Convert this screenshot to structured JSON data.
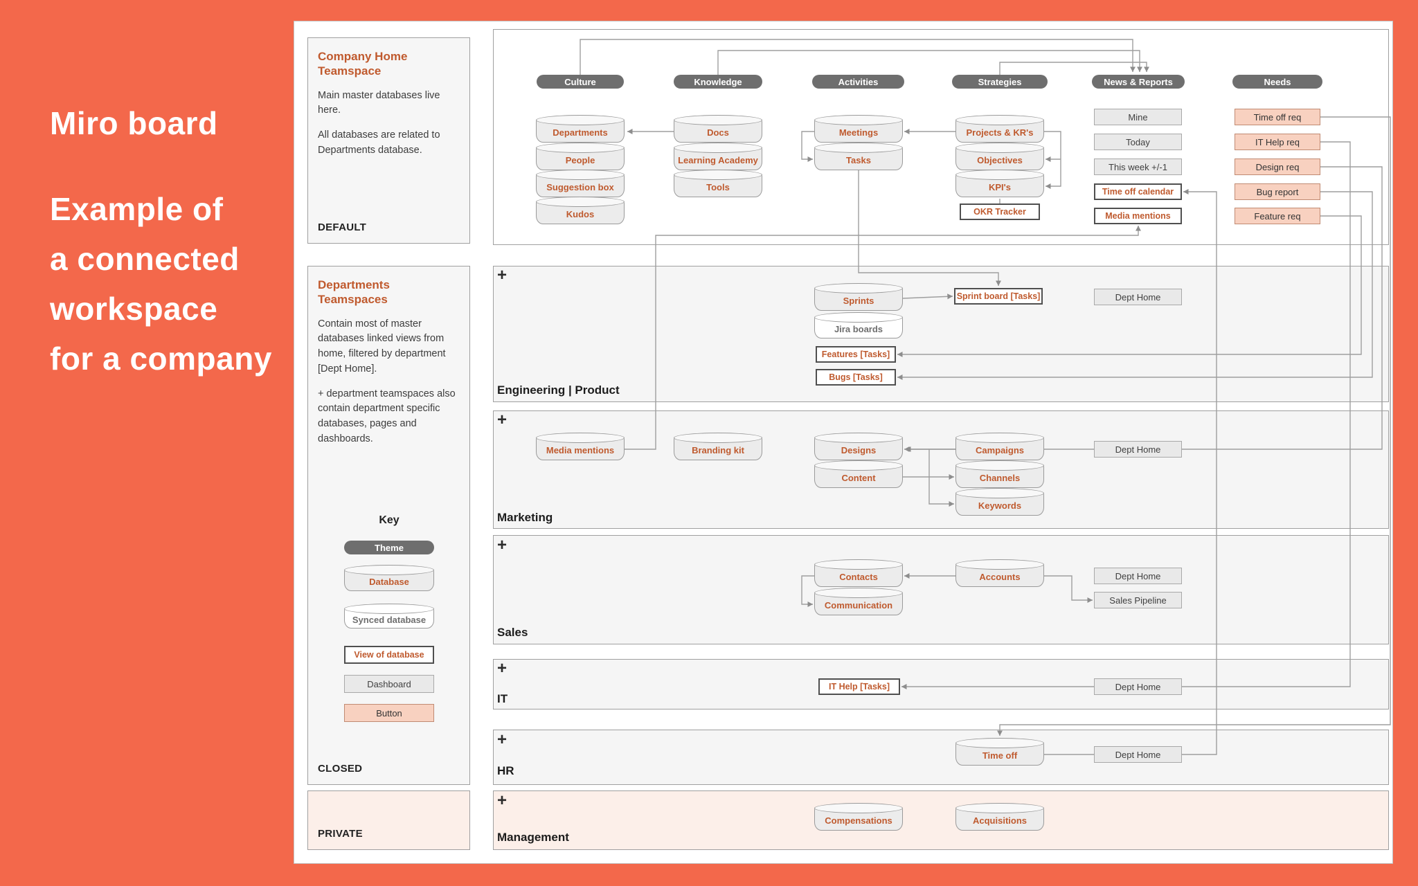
{
  "page": {
    "heading1": "Miro board",
    "heading_lines": [
      "Example of",
      "a connected",
      "workspace",
      "for a company"
    ]
  },
  "misc": {
    "plus": "+"
  },
  "sidebar": {
    "company_home": {
      "title_line1": "Company Home",
      "title_line2": "Teamspace",
      "para1": "Main master databases live here.",
      "para2": "All databases are related to Departments database.",
      "footer": "DEFAULT"
    },
    "departments": {
      "title_line1": "Departments",
      "title_line2": "Teamspaces",
      "para1": "Contain most of master databases linked views from home, filtered by department [Dept Home].",
      "para2": "+ department teamspaces also contain department specific databases, pages and dashboards.",
      "key": {
        "title": "Key",
        "theme": "Theme",
        "database": "Database",
        "synced": "Synced database",
        "view": "View of database",
        "dashboard": "Dashboard",
        "button": "Button"
      },
      "footer": "CLOSED"
    },
    "private_label": "PRIVATE"
  },
  "home": {
    "culture": {
      "header": "Culture",
      "items": [
        "Departments",
        "People",
        "Suggestion box",
        "Kudos"
      ]
    },
    "knowledge": {
      "header": "Knowledge",
      "items": [
        "Docs",
        "Learning Academy",
        "Tools"
      ]
    },
    "activities": {
      "header": "Activities",
      "items": [
        "Meetings",
        "Tasks"
      ]
    },
    "strategies": {
      "header": "Strategies",
      "items": [
        "Projects & KR's",
        "Objectives",
        "KPI's"
      ],
      "view": "OKR Tracker"
    },
    "news": {
      "header": "News & Reports",
      "dashboards": [
        "Mine",
        "Today",
        "This week +/-1"
      ],
      "views": [
        "Time off calendar",
        "Media mentions"
      ]
    },
    "needs": {
      "header": "Needs",
      "buttons": [
        "Time off req",
        "IT Help req",
        "Design req",
        "Bug report",
        "Feature req"
      ]
    }
  },
  "sections": {
    "engineering": {
      "label": "Engineering | Product",
      "sprints": "Sprints",
      "jira_boards": "Jira boards",
      "features": "Features [Tasks]",
      "bugs": "Bugs [Tasks]",
      "sprint_board": "Sprint board [Tasks]",
      "dept_home": "Dept Home"
    },
    "marketing": {
      "label": "Marketing",
      "media_mentions": "Media mentions",
      "branding_kit": "Branding kit",
      "designs": "Designs",
      "content": "Content",
      "campaigns": "Campaigns",
      "channels": "Channels",
      "keywords": "Keywords",
      "dept_home": "Dept Home"
    },
    "sales": {
      "label": "Sales",
      "contacts": "Contacts",
      "communication": "Communication",
      "accounts": "Accounts",
      "dept_home": "Dept Home",
      "sales_pipeline": "Sales Pipeline"
    },
    "it": {
      "label": "IT",
      "it_help": "IT Help [Tasks]",
      "dept_home": "Dept Home"
    },
    "hr": {
      "label": "HR",
      "time_off": "Time off",
      "dept_home": "Dept Home"
    },
    "management": {
      "label": "Management",
      "compensations": "Compensations",
      "acquisitions": "Acquisitions"
    }
  },
  "colors": {
    "page_bg": "#F3684B",
    "accent_text": "#BF5A2E",
    "button_bg": "#F8D1C0",
    "theme_pill_bg": "#6E6E6E",
    "connector": "#9E9E9E"
  }
}
